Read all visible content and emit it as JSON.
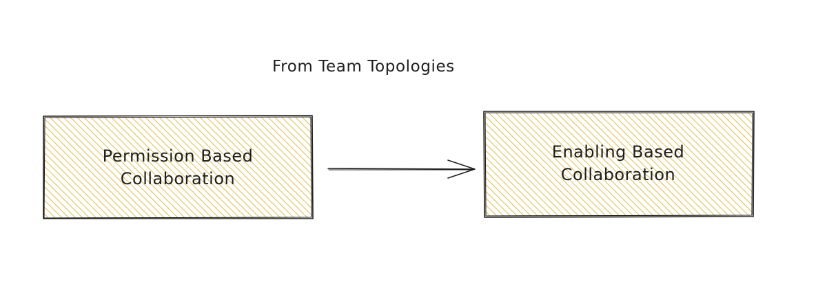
{
  "diagram": {
    "title": "From Team Topologies",
    "nodes": [
      {
        "id": "permission",
        "lines": [
          "Permission Based",
          "Collaboration"
        ]
      },
      {
        "id": "enabling",
        "lines": [
          "Enabling Based",
          "Collaboration"
        ]
      }
    ],
    "edges": [
      {
        "from": "permission",
        "to": "enabling"
      }
    ],
    "colors": {
      "hatch": "#e3b533",
      "stroke": "#1e1e1e",
      "text": "#1e1e1e",
      "background": "#ffffff"
    }
  }
}
